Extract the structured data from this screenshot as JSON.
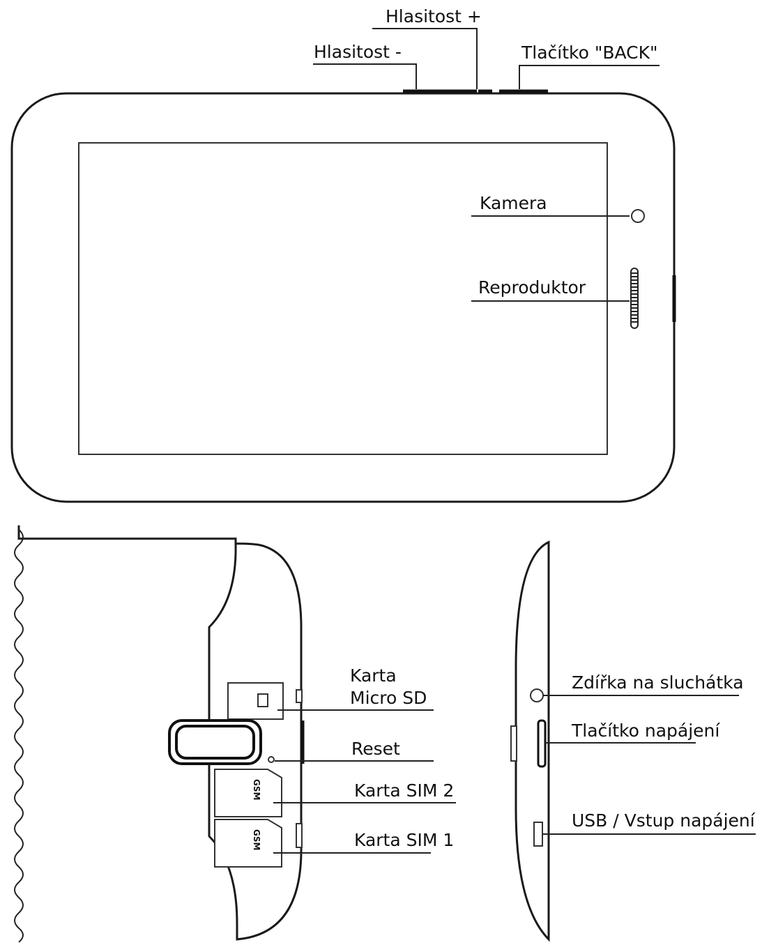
{
  "labels": {
    "volume_plus": "Hlasitost +",
    "volume_minus": "Hlasitost -",
    "back_button": "Tlačítko \"BACK\"",
    "camera": "Kamera",
    "speaker": "Reproduktor",
    "microsd_line1": "Karta",
    "microsd_line2": "Micro SD",
    "reset": "Reset",
    "sim2": "Karta SIM 2",
    "sim1": "Karta SIM 1",
    "headphone_jack": "Zdířka na sluchátka",
    "power_button": "Tlačítko napájení",
    "usb_power": "USB / Vstup napájení"
  },
  "sim_slot_text": "GSM"
}
